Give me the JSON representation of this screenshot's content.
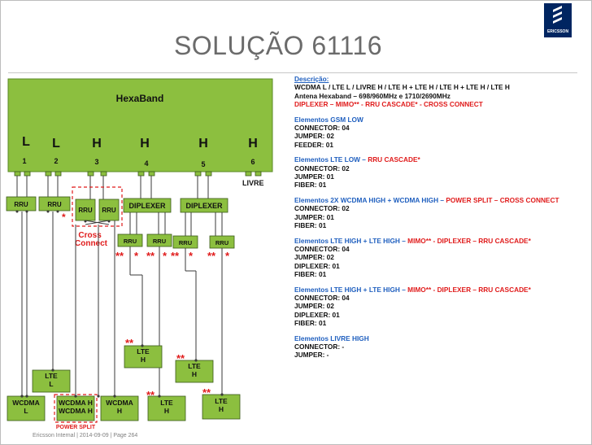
{
  "slide": {
    "title": "SOLUÇÃO 61116"
  },
  "logo": {
    "text": "ERICSSON"
  },
  "antenna": {
    "name": "HexaBand",
    "band_letters": [
      "L",
      "L",
      "H",
      "H",
      "H",
      "H"
    ],
    "port_numbers": [
      "1",
      "2",
      "3",
      "4",
      "5",
      "6"
    ],
    "livre_label": "LIVRE"
  },
  "boxes": {
    "rru": "RRU",
    "diplexer": "DIPLEXER",
    "cross_connect": "Cross Connect",
    "power_split": "POWER SPLIT",
    "lte_l": "LTE L",
    "lte_h": "LTE H",
    "wcdma_l": "WCDMA L",
    "wcdma_h": "WCDMA H",
    "wcdma_hh": "WCDMA H WCDMA H"
  },
  "marks": {
    "single": "*",
    "double": "**"
  },
  "description": {
    "heading": "Descrição:",
    "line1": "WCDMA L / LTE L / LIVRE H / LTE H + LTE H / LTE H + LTE H / LTE H",
    "line2": "Antena Hexaband – 698/960MHz  e  1710/2690MHz",
    "line3": "DIPLEXER  – MIMO** - RRU CASCADE* - CROSS CONNECT"
  },
  "sections": [
    {
      "title": "Elementos GSM LOW",
      "title_red": "",
      "items": [
        "CONNECTOR: 04",
        "JUMPER: 02",
        "FEEDER: 01"
      ]
    },
    {
      "title": "Elementos LTE LOW – ",
      "title_red": "RRU CASCADE*",
      "items": [
        "CONNECTOR: 02",
        "JUMPER: 01",
        "FIBER: 01"
      ]
    },
    {
      "title": "Elementos 2X WCDMA HIGH + WCDMA HIGH – ",
      "title_red": "POWER SPLIT – CROSS CONNECT",
      "items": [
        "CONNECTOR: 02",
        "JUMPER: 01",
        "FIBER: 01"
      ]
    },
    {
      "title": "Elementos LTE HIGH + LTE HIGH – ",
      "title_red": "MIMO** - DIPLEXER – RRU CASCADE*",
      "items": [
        "CONNECTOR: 04",
        "JUMPER: 02",
        "DIPLEXER: 01",
        "FIBER: 01"
      ]
    },
    {
      "title": "Elementos LTE HIGH + LTE HIGH – ",
      "title_red": "MIMO** - DIPLEXER – RRU CASCADE*",
      "items": [
        "CONNECTOR: 04",
        "JUMPER: 02",
        "DIPLEXER: 01",
        "FIBER: 01"
      ]
    },
    {
      "title": "Elementos LIVRE HIGH",
      "title_red": "",
      "items": [
        "CONNECTOR: -",
        "JUMPER: -"
      ]
    }
  ],
  "footer": {
    "text": "Ericsson Internal  |  2014-09-09  |  Page 264"
  },
  "colors": {
    "green": "#8cbf3f",
    "dark_line": "#3a3a3a",
    "red": "#e01b1b",
    "blue": "#1f5fbf"
  }
}
